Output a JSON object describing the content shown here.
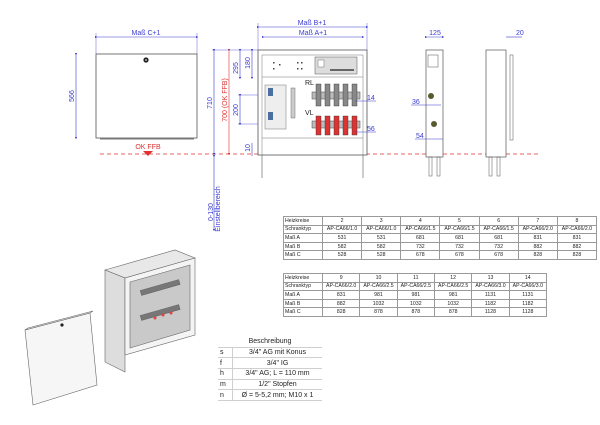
{
  "front_view": {
    "dim_width": "Maß C+1",
    "dim_height": "566",
    "floor_label": "OK FFB",
    "adjust_range": "0-130",
    "adjust_label": "Einstellbereich"
  },
  "open_view": {
    "dim_b": "Maß B+1",
    "dim_a": "Maß A+1",
    "dim_710": "710",
    "dim_700": "700 (OK FFB)",
    "dim_295": "295",
    "dim_180": "180",
    "dim_200": "200",
    "dim_10": "10",
    "label_rl": "RL",
    "label_vl": "VL",
    "dim_14": "14",
    "dim_56": "56"
  },
  "side_view": {
    "dim_125": "125",
    "dim_36": "36",
    "dim_54": "54",
    "dim_20": "20"
  },
  "table1": {
    "rows": [
      [
        "Heizkreise",
        "2",
        "3",
        "4",
        "5",
        "6",
        "7",
        "8"
      ],
      [
        "Schranktyp",
        "AP-CA66/1.0",
        "AP-CA66/1.0",
        "AP-CA66/1.5",
        "AP-CA66/1.5",
        "AP-CA66/1.5",
        "AP-CA66/2.0",
        "AP-CA66/2.0"
      ],
      [
        "Maß A",
        "531",
        "531",
        "681",
        "681",
        "681",
        "831",
        "831"
      ],
      [
        "Maß B",
        "582",
        "582",
        "732",
        "732",
        "732",
        "882",
        "882"
      ],
      [
        "Maß C",
        "528",
        "528",
        "678",
        "678",
        "678",
        "828",
        "828"
      ]
    ]
  },
  "table2": {
    "rows": [
      [
        "Heizkreise",
        "9",
        "10",
        "11",
        "12",
        "13",
        "14"
      ],
      [
        "Schranktyp",
        "AP-CA66/2.0",
        "AP-CA66/2.5",
        "AP-CA66/2.5",
        "AP-CA66/2.5",
        "AP-CA66/3.0",
        "AP-CA66/3.0"
      ],
      [
        "Maß A",
        "831",
        "981",
        "981",
        "981",
        "1131",
        "1131"
      ],
      [
        "Maß B",
        "882",
        "1032",
        "1032",
        "1032",
        "1182",
        "1182"
      ],
      [
        "Maß C",
        "828",
        "878",
        "878",
        "878",
        "1128",
        "1128"
      ]
    ]
  },
  "description": {
    "title": "Beschreibung",
    "items": [
      {
        "key": "s",
        "text": "3/4\" AG mit Konus"
      },
      {
        "key": "f",
        "text": "3/4\" IG"
      },
      {
        "key": "h",
        "text": "3/4\" AG; L = 110 mm"
      },
      {
        "key": "m",
        "text": "1/2\" Stopfen"
      },
      {
        "key": "n",
        "text": "Ø  = 5-5,2 mm; M10 x 1"
      }
    ]
  },
  "colors": {
    "dimension": "#3a3ad0",
    "floor": "#e03030",
    "outline": "#555555"
  }
}
